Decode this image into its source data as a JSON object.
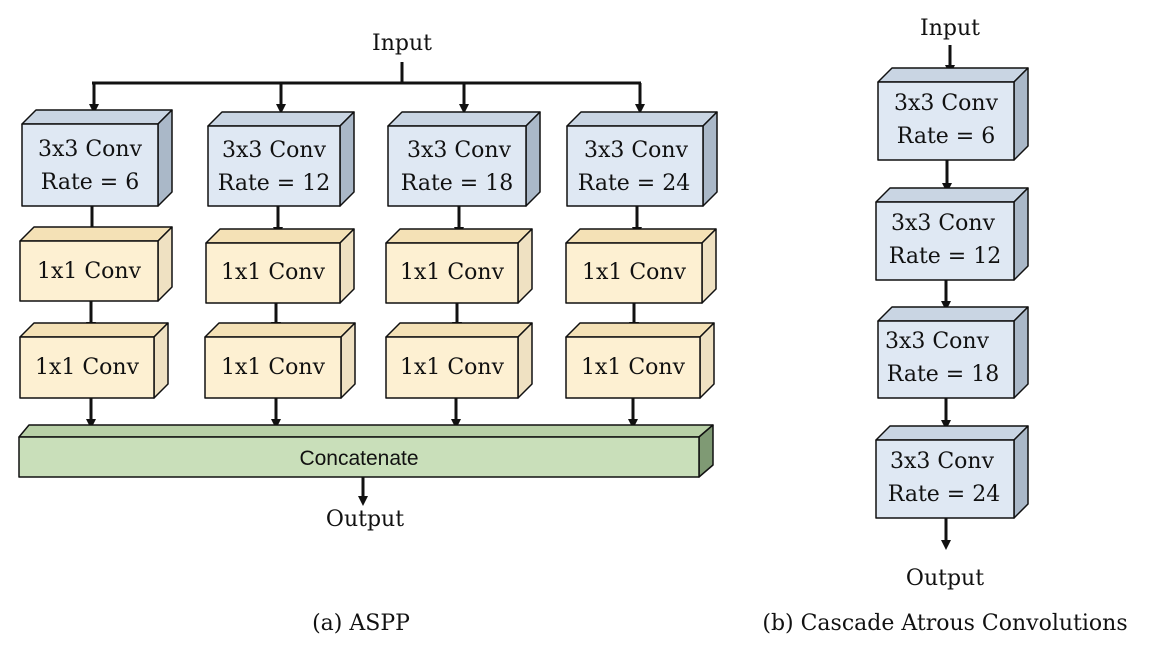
{
  "colors": {
    "conv3_front": "#dfe8f3",
    "conv3_top": "#c9d5e3",
    "conv3_side": "#aab8c8",
    "conv1_front": "#fdf0d2",
    "conv1_top": "#f4e1b6",
    "conv1_side": "#efe1c2",
    "concat_front": "#c9dfba",
    "concat_top": "#b8d0a7",
    "concat_side": "#7f9a74",
    "stroke": "#111111"
  },
  "aspp": {
    "input_label": "Input",
    "output_label": "Output",
    "concat_label": "Concatenate",
    "caption": "(a) ASPP",
    "branches": [
      {
        "conv3_line1": "3x3 Conv",
        "conv3_line2": "Rate = 6",
        "conv1a_label": "1x1 Conv",
        "conv1b_label": "1x1 Conv"
      },
      {
        "conv3_line1": "3x3 Conv",
        "conv3_line2": "Rate = 12",
        "conv1a_label": "1x1 Conv",
        "conv1b_label": "1x1 Conv"
      },
      {
        "conv3_line1": "3x3 Conv",
        "conv3_line2": "Rate = 18",
        "conv1a_label": "1x1 Conv",
        "conv1b_label": "1x1 Conv"
      },
      {
        "conv3_line1": "3x3 Conv",
        "conv3_line2": "Rate = 24",
        "conv1a_label": "1x1 Conv",
        "conv1b_label": "1x1 Conv"
      }
    ]
  },
  "cascade": {
    "input_label": "Input",
    "output_label": "Output",
    "caption": "(b) Cascade Atrous Convolutions",
    "blocks": [
      {
        "line1": "3x3 Conv",
        "line2": "Rate = 6"
      },
      {
        "line1": "3x3 Conv",
        "line2": "Rate = 12"
      },
      {
        "line1": "3x3 Conv",
        "line2": "Rate = 18"
      },
      {
        "line1": "3x3 Conv",
        "line2": "Rate = 24"
      }
    ]
  }
}
